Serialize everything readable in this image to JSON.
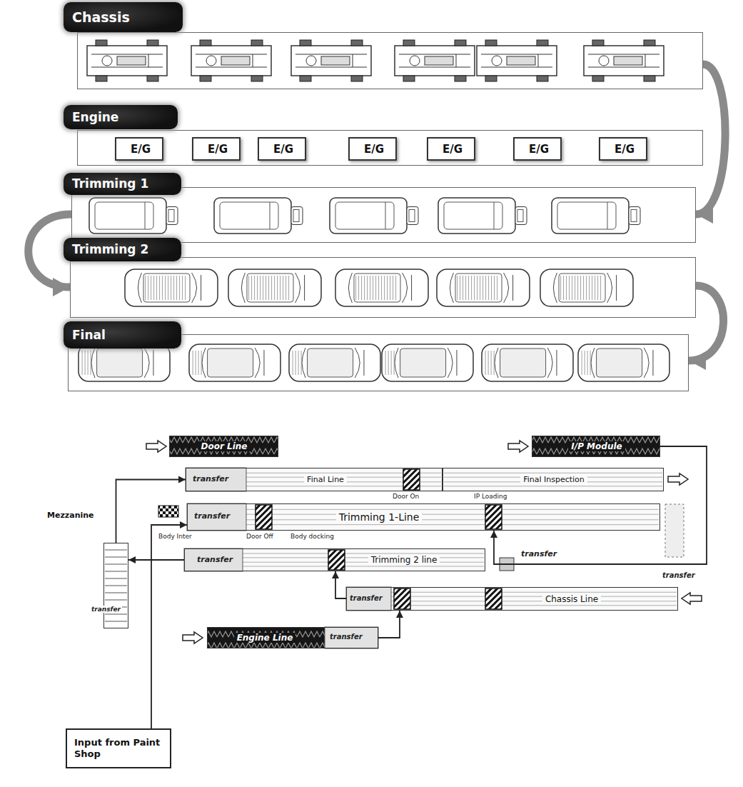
{
  "diagram": {
    "nodes": [
      {
        "text": [
          "Chassis"
        ]
      },
      {
        "text": [
          "Engine"
        ]
      },
      {
        "text": [
          "E/G"
        ],
        "in": 1
      },
      {
        "text": [
          "E/G"
        ],
        "in": 1
      },
      {
        "text": [
          "E/G"
        ],
        "in": 1
      },
      {
        "text": [
          "E/G"
        ],
        "in": 1
      },
      {
        "text": [
          "E/G"
        ],
        "in": 1
      },
      {
        "text": [
          "E/G"
        ],
        "in": 1
      },
      {
        "text": [
          "E/G"
        ],
        "in": 1
      },
      {
        "text": [
          "Trimming 1"
        ]
      },
      {
        "text": [
          "Trimming 2"
        ]
      },
      {
        "text": [
          "Final"
        ]
      },
      {
        "text": [
          "Door Line"
        ]
      },
      {
        "text": [
          "I/P Module"
        ]
      },
      {
        "text": [
          "Final Line"
        ]
      },
      {
        "text": [
          "Final Inspection"
        ]
      },
      {
        "text": [
          "Mezzanine"
        ]
      },
      {
        "text": [
          "Trimming 1-Line"
        ]
      },
      {
        "text": [
          "Trimming 2 line"
        ]
      },
      {
        "text": [
          "Chassis Line"
        ]
      },
      {
        "text": [
          "Engine Line"
        ]
      },
      {
        "text": [
          "Input from Paint Shop"
        ]
      }
    ],
    "edges": [
      {
        "from": 0,
        "to": 9,
        "arrow": "to"
      },
      {
        "from": 9,
        "to": 10,
        "arrow": "to"
      },
      {
        "from": 10,
        "to": 11,
        "arrow": "to"
      },
      {
        "from": 13,
        "to": 17,
        "arrow": "to"
      },
      {
        "from": 16,
        "to": 14,
        "arrow": "to"
      },
      {
        "from": 21,
        "to": 17,
        "arrow": "to"
      },
      {
        "from": 18,
        "to": 16,
        "arrow": "to"
      },
      {
        "from": 19,
        "to": 18,
        "arrow": "to"
      },
      {
        "from": 20,
        "to": 19,
        "arrow": "to"
      }
    ],
    "labels": [
      "transfer",
      "Door On",
      "IP Loading",
      "transfer",
      "Body Inter",
      "Door Off",
      "Body docking",
      "transfer",
      "transfer",
      "transfer",
      "transfer",
      "transfer",
      "transfer"
    ]
  }
}
